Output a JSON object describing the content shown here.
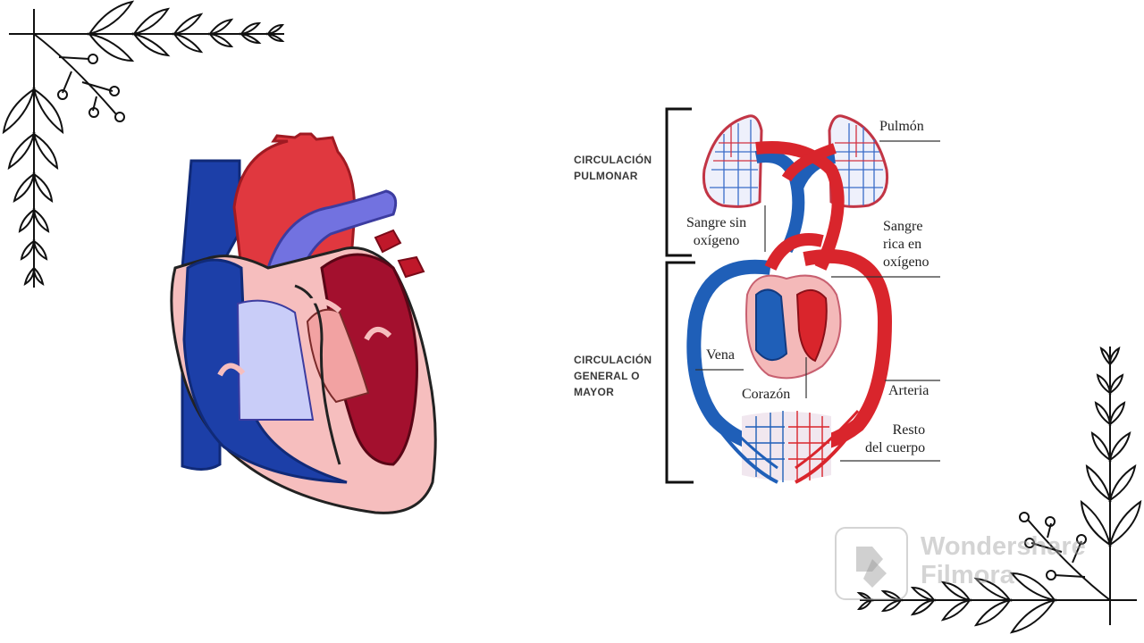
{
  "diagram": {
    "brackets": {
      "pulmonary": "CIRCULACIÓN\nPULMONAR",
      "general": "CIRCULACIÓN\nGENERAL O\nMAYOR"
    },
    "labels": {
      "lung": "Pulmón",
      "deoxygenated_blood": "Sangre sin\noxígeno",
      "oxygenated_blood": "Sangre\nrica en\noxígeno",
      "vein": "Vena",
      "heart": "Corazón",
      "artery": "Arteria",
      "rest_of_body": "Resto\ndel cuerpo"
    }
  },
  "watermark": {
    "text": "Wondershare\nFilmora"
  },
  "colors": {
    "artery_red": "#d9252c",
    "vein_blue": "#1f5fb8",
    "heart_pink": "#f4b9b9",
    "deep_red": "#a0102c",
    "purple": "#6e6ed8"
  }
}
